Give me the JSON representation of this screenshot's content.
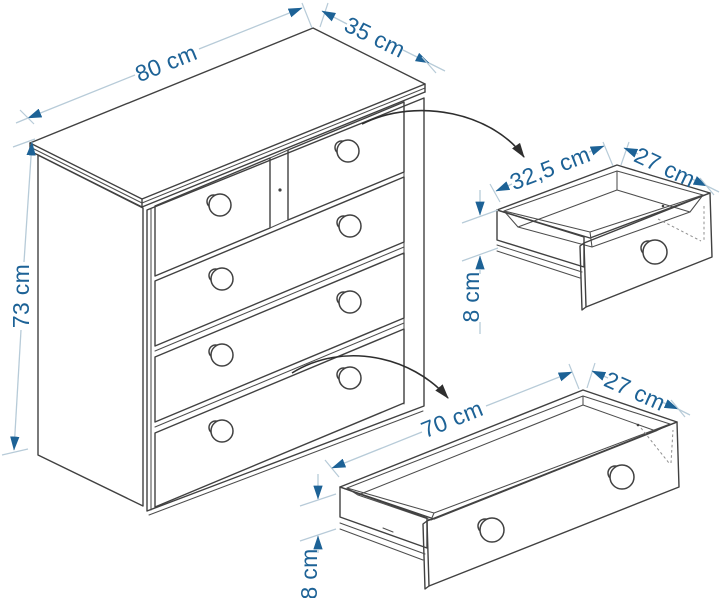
{
  "diagram": {
    "product": "chest-of-drawers-dimension-diagram",
    "background": "#ffffff",
    "colors": {
      "outline": "#414141",
      "dimension_line": "#b7cbd8",
      "dimension_text": "#1d6296",
      "arrowhead": "#1d6296",
      "flow_arrow": "#2e2e2e"
    },
    "chest": {
      "width": "80 cm",
      "depth": "35 cm",
      "height": "73 cm",
      "small_drawers": 2,
      "large_drawers": 3
    },
    "small_drawer_detail": {
      "width": "32,5 cm",
      "depth": "27 cm",
      "height": "8 cm"
    },
    "large_drawer_detail": {
      "width": "70 cm",
      "depth": "27 cm",
      "height": "8 cm"
    }
  }
}
